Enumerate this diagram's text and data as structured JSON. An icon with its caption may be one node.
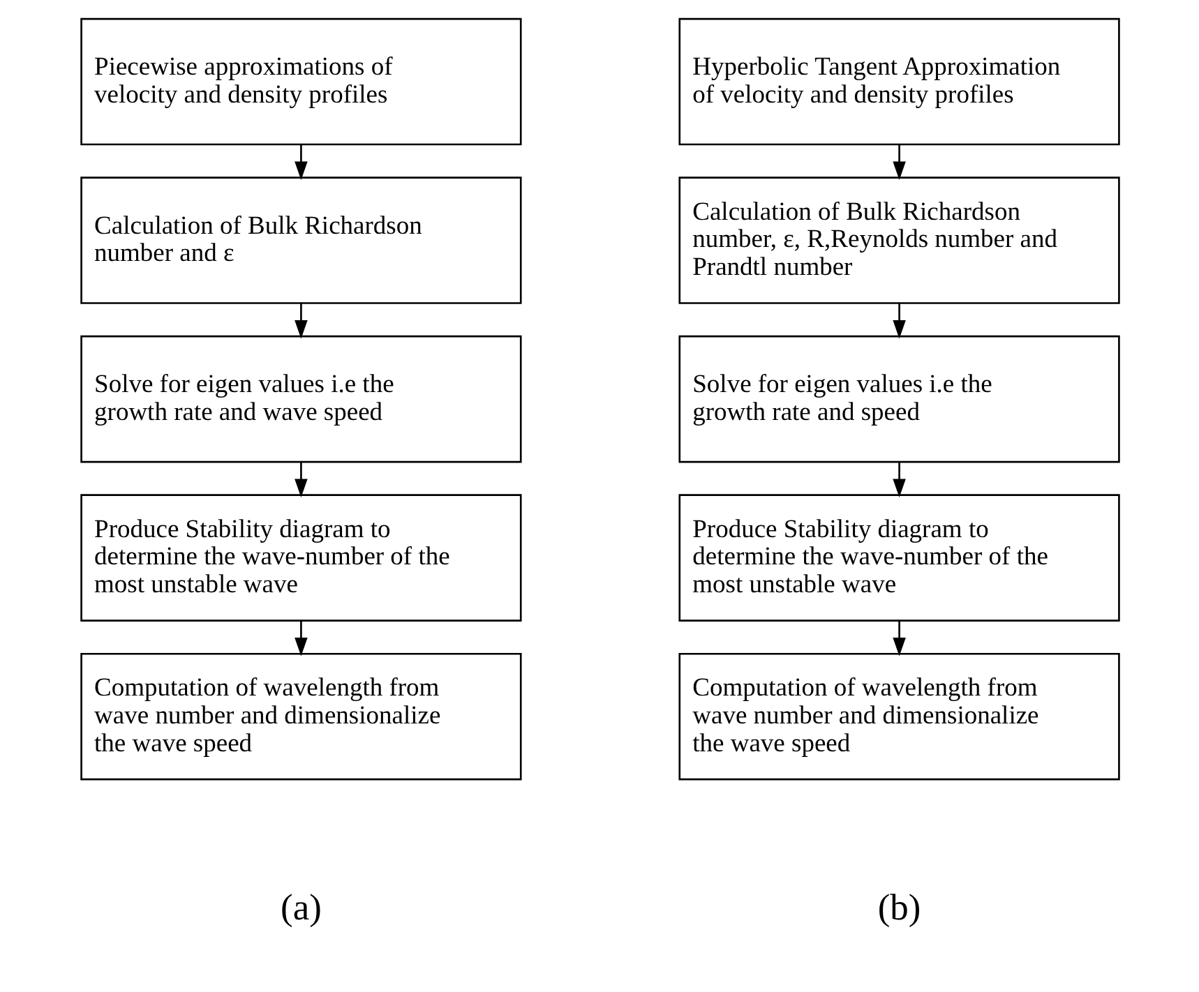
{
  "diagram": {
    "nodes": [
      {
        "text": [
          "Piecewise approximations of velocity and density profiles"
        ]
      },
      {
        "text": [
          "Calculation of Bulk Richardson number and ε"
        ]
      },
      {
        "text": [
          "Solve for eigen values i.e the growth rate and wave speed"
        ]
      },
      {
        "text": [
          "Produce Stability diagram to determine the wave-number of the most unstable wave"
        ]
      },
      {
        "text": [
          "Computation of wavelength from wave number and dimensionalize the wave speed"
        ]
      },
      {
        "text": [
          "Hyperbolic Tangent Approximation of velocity and density profiles"
        ]
      },
      {
        "text": [
          "Calculation of Bulk Richardson number, ε, R,Reynolds number and Prandtl number"
        ]
      },
      {
        "text": [
          "Solve for eigen values i.e the growth rate and speed"
        ]
      },
      {
        "text": [
          "Produce Stability diagram to determine the wave-number of the most unstable wave"
        ]
      },
      {
        "text": [
          "Computation of wavelength from wave number and dimensionalize the wave speed"
        ]
      }
    ],
    "edges": [
      {
        "from": 0,
        "to": 1,
        "arrow": "to"
      },
      {
        "from": 1,
        "to": 2,
        "arrow": "to"
      },
      {
        "from": 2,
        "to": 3,
        "arrow": "to"
      },
      {
        "from": 3,
        "to": 4,
        "arrow": "to"
      },
      {
        "from": 5,
        "to": 6,
        "arrow": "to"
      },
      {
        "from": 6,
        "to": 7,
        "arrow": "to"
      },
      {
        "from": 7,
        "to": 8,
        "arrow": "to"
      },
      {
        "from": 8,
        "to": 9,
        "arrow": "to"
      }
    ],
    "labels": [
      "(a)",
      "(b)"
    ]
  }
}
